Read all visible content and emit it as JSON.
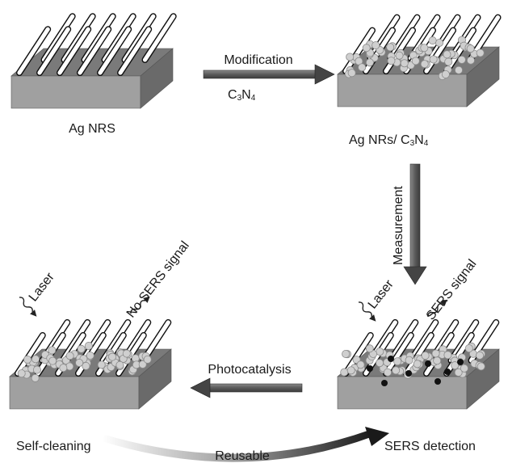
{
  "labels": {
    "ag_nrs": "Ag NRS",
    "ag_nrs_c3n4_prefix": "Ag NRs/ C",
    "ag_nrs_c3n4_sub1": "3",
    "ag_nrs_c3n4_mid": "N",
    "ag_nrs_c3n4_sub2": "4",
    "modification": "Modification",
    "c3n4_c": "C",
    "c3n4_sub1": "3",
    "c3n4_n": "N",
    "c3n4_sub2": "4",
    "measurement": "Measurement",
    "photocatalysis": "Photocatalysis",
    "laser_left": "Laser",
    "laser_right": "Laser",
    "no_sers_signal": "No SERS signal",
    "sers_signal": "SERS signal",
    "self_cleaning": "Self-cleaning",
    "reusable": "Reusable",
    "sers_detection": "SERS detection"
  },
  "colors": {
    "substrate_top": "#7a7a7a",
    "substrate_front": "#a0a0a0",
    "substrate_side": "#6a6a6a",
    "arrow_fill": "#555555",
    "cluster": "#cfcfcf",
    "molecule": "#111111"
  }
}
